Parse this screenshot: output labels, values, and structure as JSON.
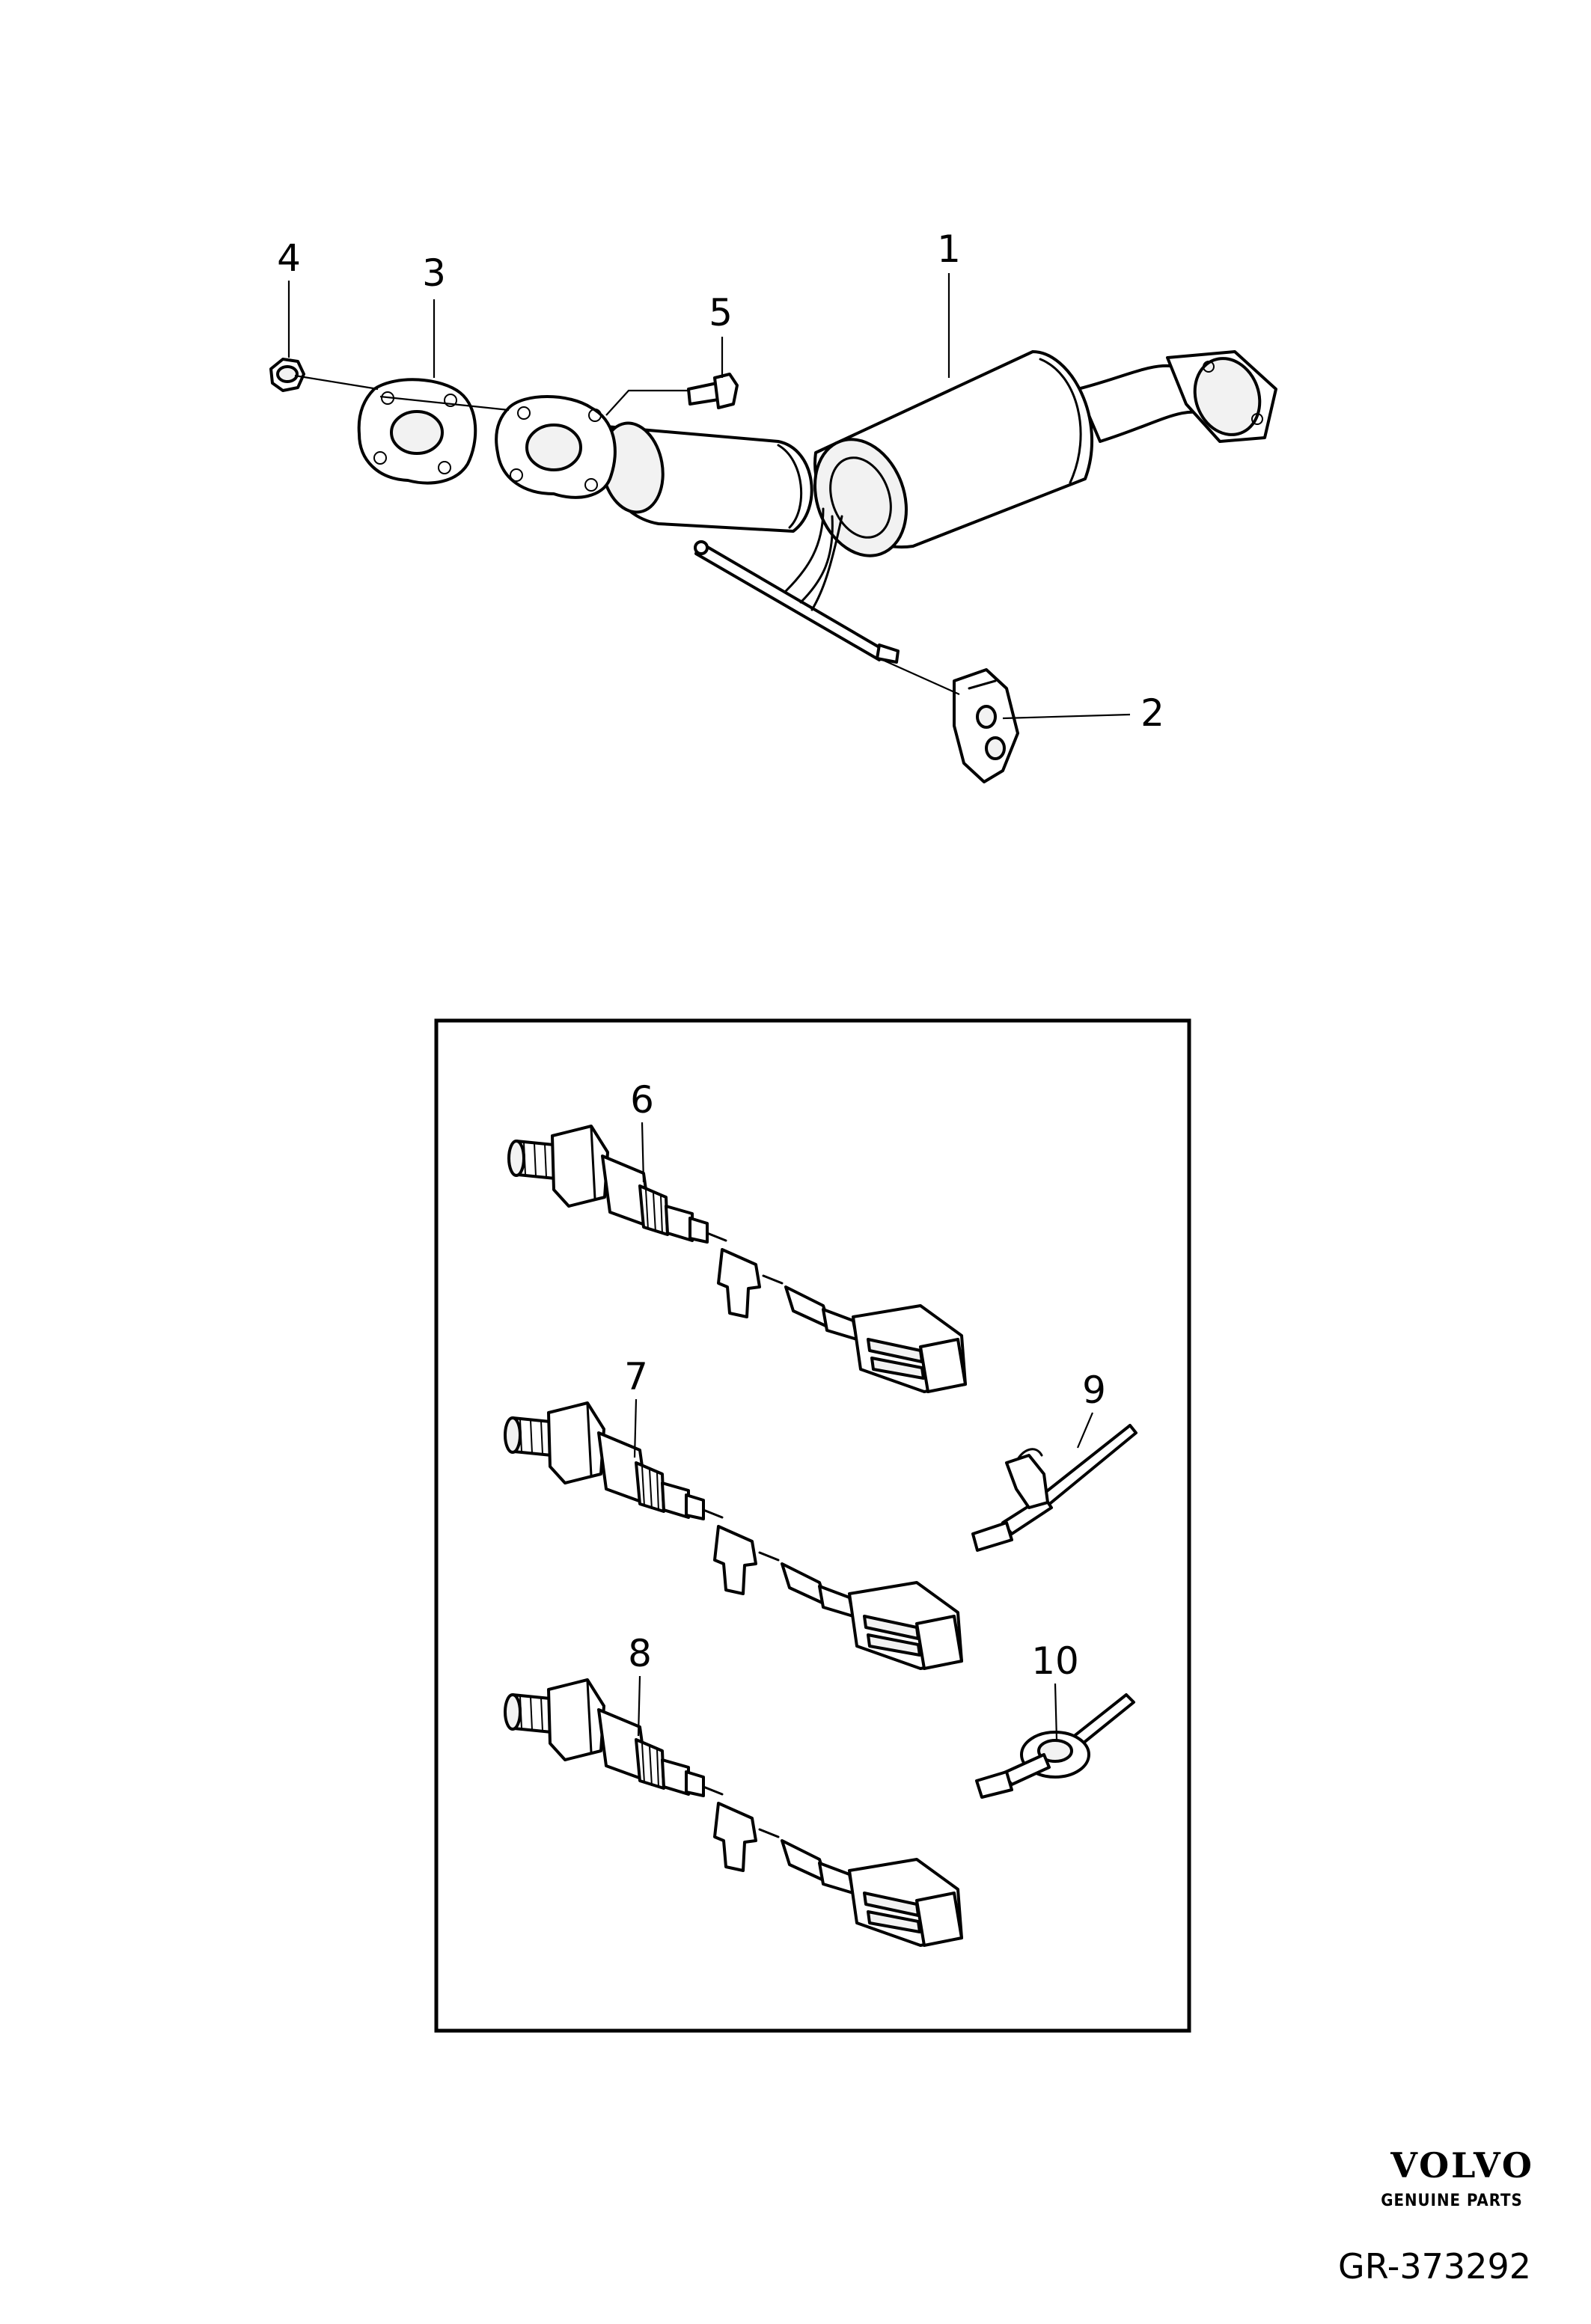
{
  "callouts": {
    "c1": "1",
    "c2": "2",
    "c3": "3",
    "c4": "4",
    "c5": "5",
    "c6": "6",
    "c7": "7",
    "c8": "8",
    "c9": "9",
    "c10": "10"
  },
  "brand": {
    "name": "VOLVO",
    "tagline": "GENUINE PARTS"
  },
  "reference": "GR-373292"
}
